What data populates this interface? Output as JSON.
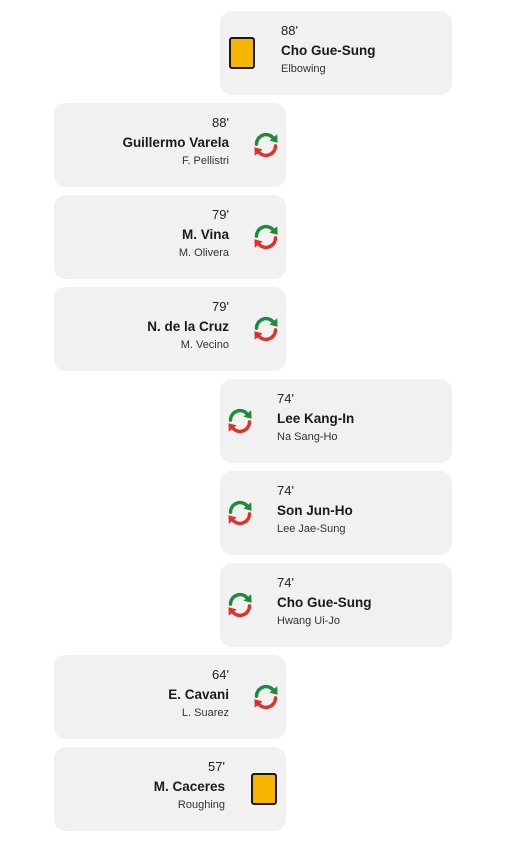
{
  "colors": {
    "card_background": "#f1f1f1",
    "yellow_card": "#f7b500",
    "sub_in_arrow": "#1f8a3c",
    "sub_out_arrow": "#e0302a"
  },
  "events": [
    {
      "side": "away",
      "type": "yellow-card",
      "icon": "yellow-card-icon",
      "minute": "88'",
      "player": "Cho Gue-Sung",
      "detail": "Elbowing"
    },
    {
      "side": "home",
      "type": "substitution",
      "icon": "substitution-icon",
      "minute": "88'",
      "player": "Guillermo Varela",
      "detail": "F. Pellistri"
    },
    {
      "side": "home",
      "type": "substitution",
      "icon": "substitution-icon",
      "minute": "79'",
      "player": "M. Vina",
      "detail": "M. Olivera"
    },
    {
      "side": "home",
      "type": "substitution",
      "icon": "substitution-icon",
      "minute": "79'",
      "player": "N. de la Cruz",
      "detail": "M. Vecino"
    },
    {
      "side": "away",
      "type": "substitution",
      "icon": "substitution-icon",
      "minute": "74'",
      "player": "Lee Kang-In",
      "detail": "Na Sang-Ho"
    },
    {
      "side": "away",
      "type": "substitution",
      "icon": "substitution-icon",
      "minute": "74'",
      "player": "Son Jun-Ho",
      "detail": "Lee Jae-Sung"
    },
    {
      "side": "away",
      "type": "substitution",
      "icon": "substitution-icon",
      "minute": "74'",
      "player": "Cho Gue-Sung",
      "detail": "Hwang Ui-Jo"
    },
    {
      "side": "home",
      "type": "substitution",
      "icon": "substitution-icon",
      "minute": "64'",
      "player": "E. Cavani",
      "detail": "L. Suarez"
    },
    {
      "side": "home",
      "type": "yellow-card",
      "icon": "yellow-card-icon",
      "minute": "57'",
      "player": "M. Caceres",
      "detail": "Roughing"
    }
  ]
}
